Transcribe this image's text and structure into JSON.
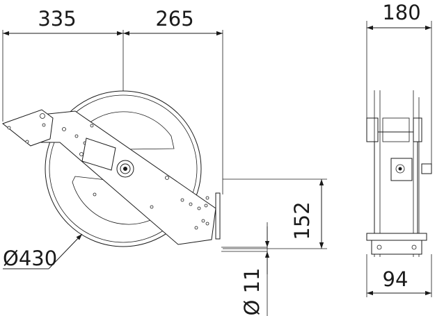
{
  "dimensions": {
    "left_width": "335",
    "right_width": "265",
    "depth": "180",
    "mount_height": "152",
    "base_width": "94",
    "drum_diameter": "Ø430",
    "hole_diameter": "Ø 11"
  }
}
